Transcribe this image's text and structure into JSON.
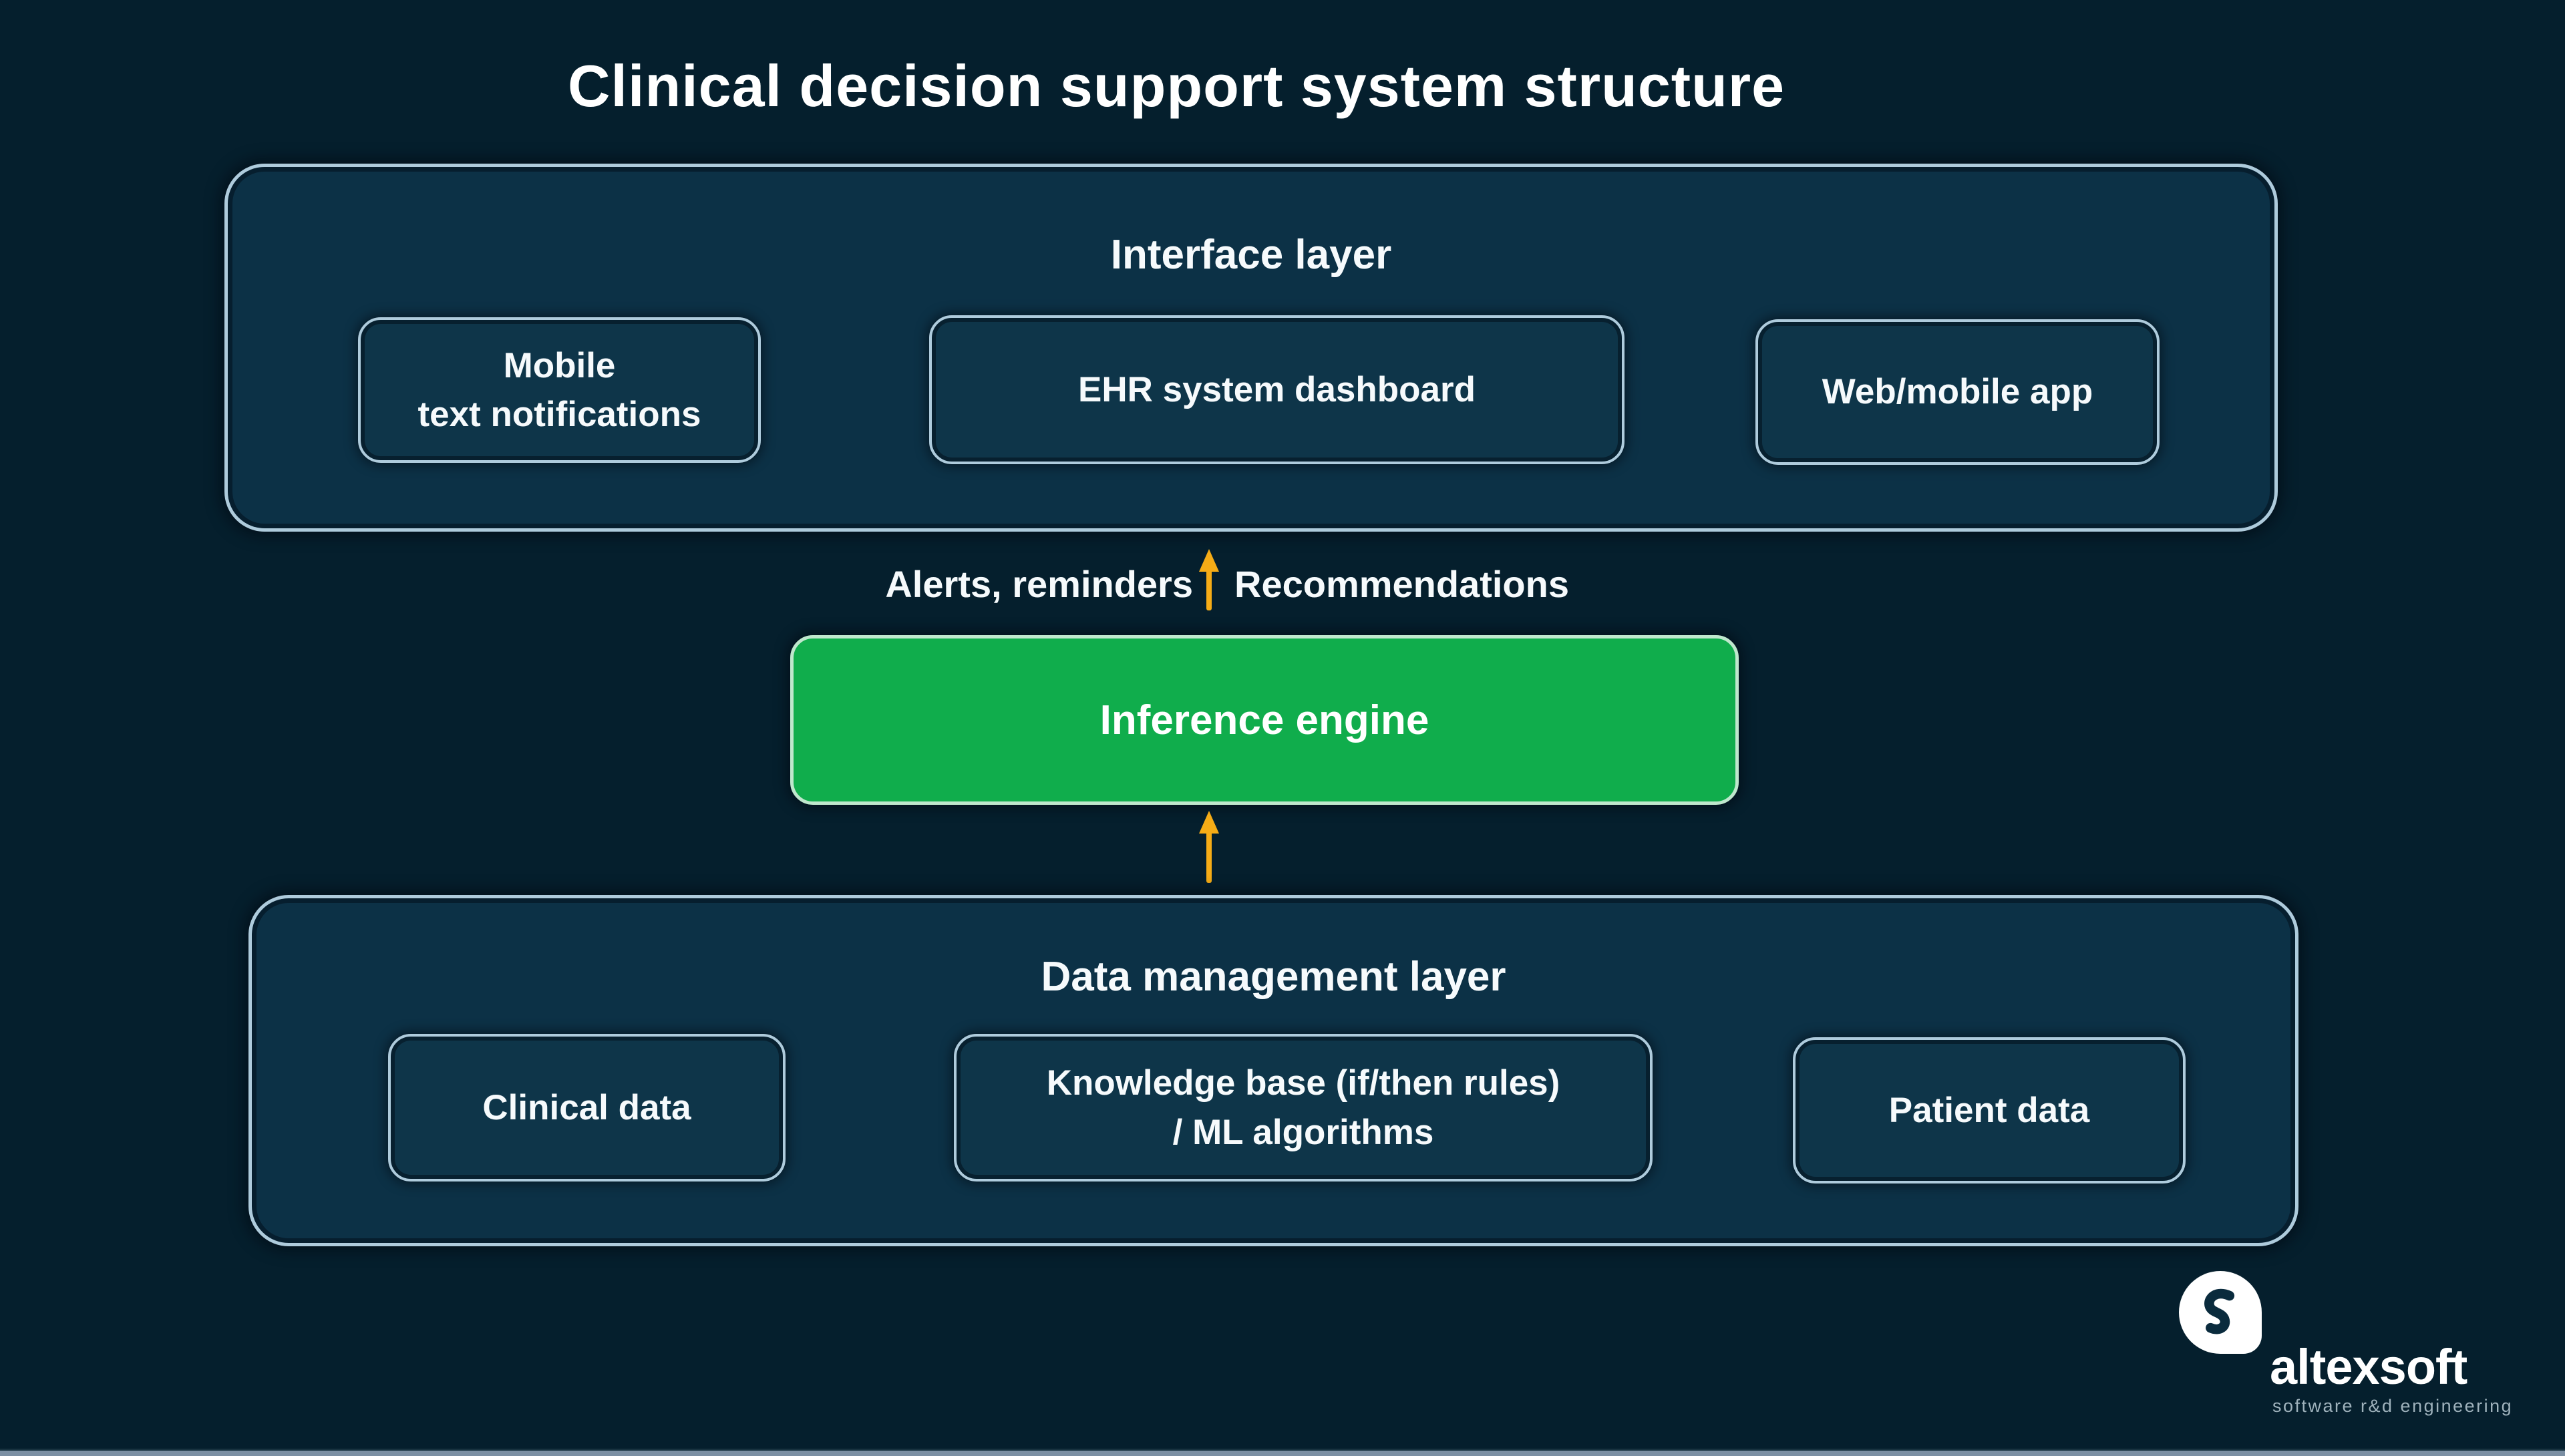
{
  "title": "Clinical decision support system structure",
  "colors": {
    "background": "#051f2d",
    "panel_fill": "#0c3146",
    "panel_border": "#aecbdc",
    "engine_green": "#10ad4c",
    "engine_border": "#bfe7cd",
    "arrow_gold": "#f6ac16",
    "text": "#ffffff",
    "tagline_gray": "#9fb2bc"
  },
  "interface_layer": {
    "title": "Interface layer",
    "boxes": [
      {
        "line1": "Mobile",
        "line2": "text notifications"
      },
      {
        "line1": "EHR system dashboard"
      },
      {
        "line1": "Web/mobile app"
      }
    ]
  },
  "flow": {
    "left_label": "Alerts, reminders",
    "right_label": "Recommendations",
    "engine": "Inference engine",
    "arrow_icon": "arrow-up"
  },
  "data_layer": {
    "title": "Data management layer",
    "boxes": [
      {
        "line1": "Clinical data"
      },
      {
        "line1": "Knowledge base (if/then rules)",
        "line2": "/ ML algorithms"
      },
      {
        "line1": "Patient data"
      }
    ]
  },
  "logo": {
    "name": "altexsoft",
    "tagline": "software r&d engineering"
  }
}
